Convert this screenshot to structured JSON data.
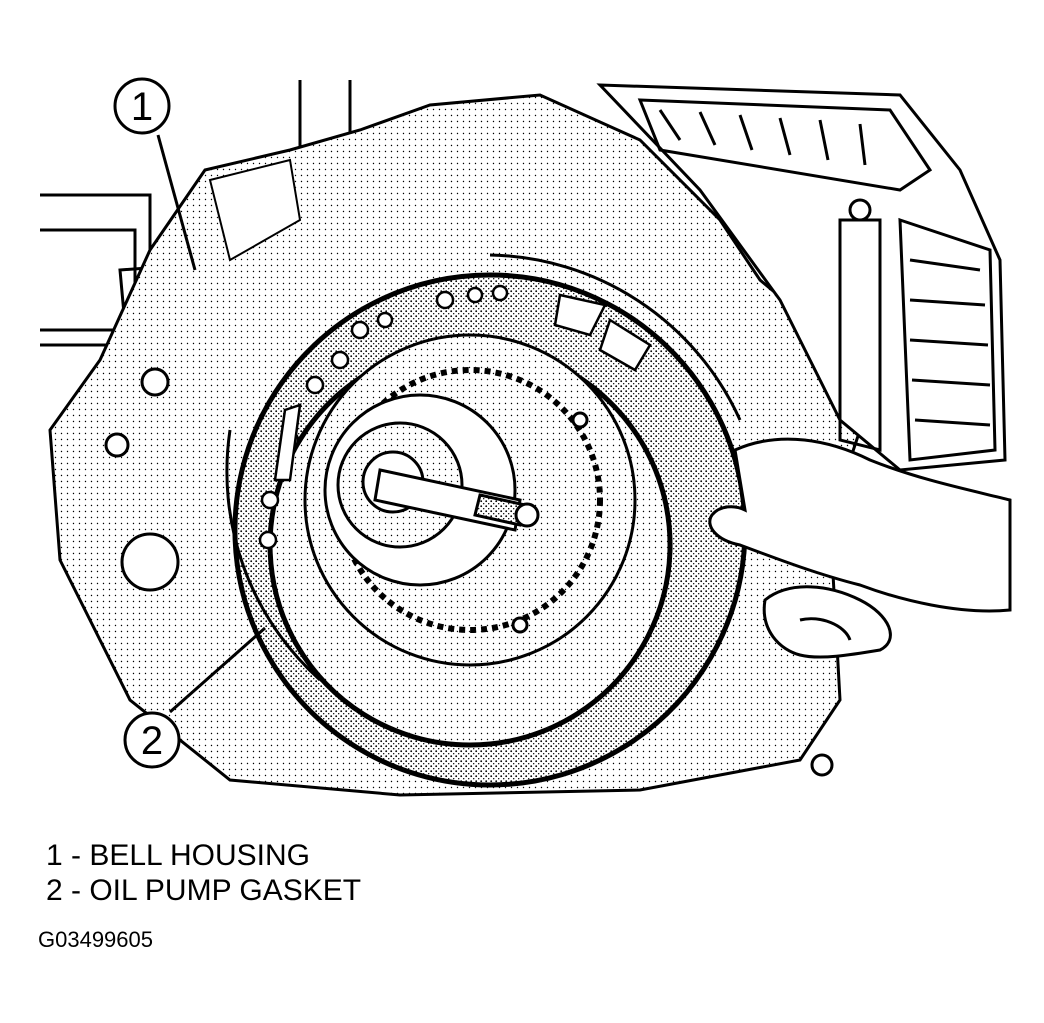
{
  "callouts": [
    {
      "number": "1"
    },
    {
      "number": "2"
    }
  ],
  "legend": [
    {
      "text": "1 - BELL HOUSING"
    },
    {
      "text": "2 - OIL PUMP GASKET"
    }
  ],
  "figure_id": "G03499605"
}
